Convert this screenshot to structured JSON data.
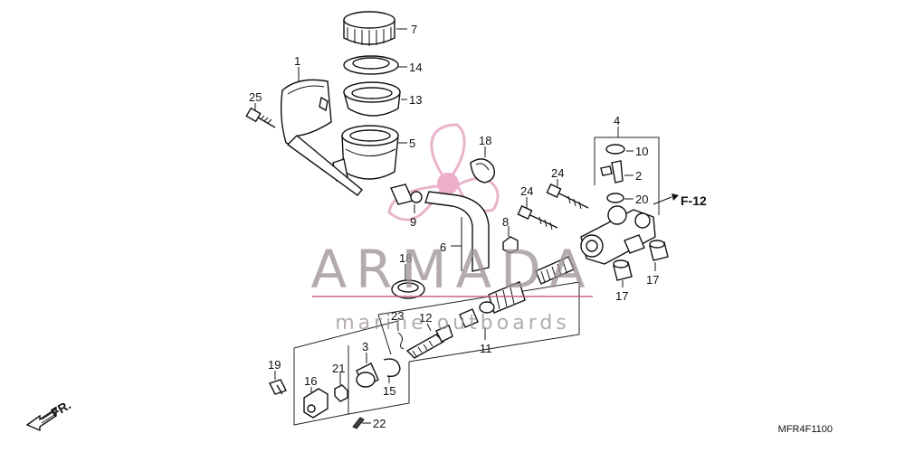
{
  "callouts": {
    "c1": "1",
    "c2": "2",
    "c3": "3",
    "c4": "4",
    "c5": "5",
    "c6": "6",
    "c7": "7",
    "c8": "8",
    "c9": "9",
    "c10": "10",
    "c11": "11",
    "c12": "12",
    "c13": "13",
    "c14": "14",
    "c15": "15",
    "c16": "16",
    "c17a": "17",
    "c17b": "17",
    "c18a": "18",
    "c18b": "18",
    "c19": "19",
    "c20": "20",
    "c21": "21",
    "c22": "22",
    "c23": "23",
    "c24a": "24",
    "c24b": "24",
    "c25": "25"
  },
  "frame_ref": "F-12",
  "direction_label": "FR.",
  "diagram_code": "MFR4F1100",
  "watermark": {
    "brand": "ARMADA",
    "tagline": "marine outboards"
  }
}
